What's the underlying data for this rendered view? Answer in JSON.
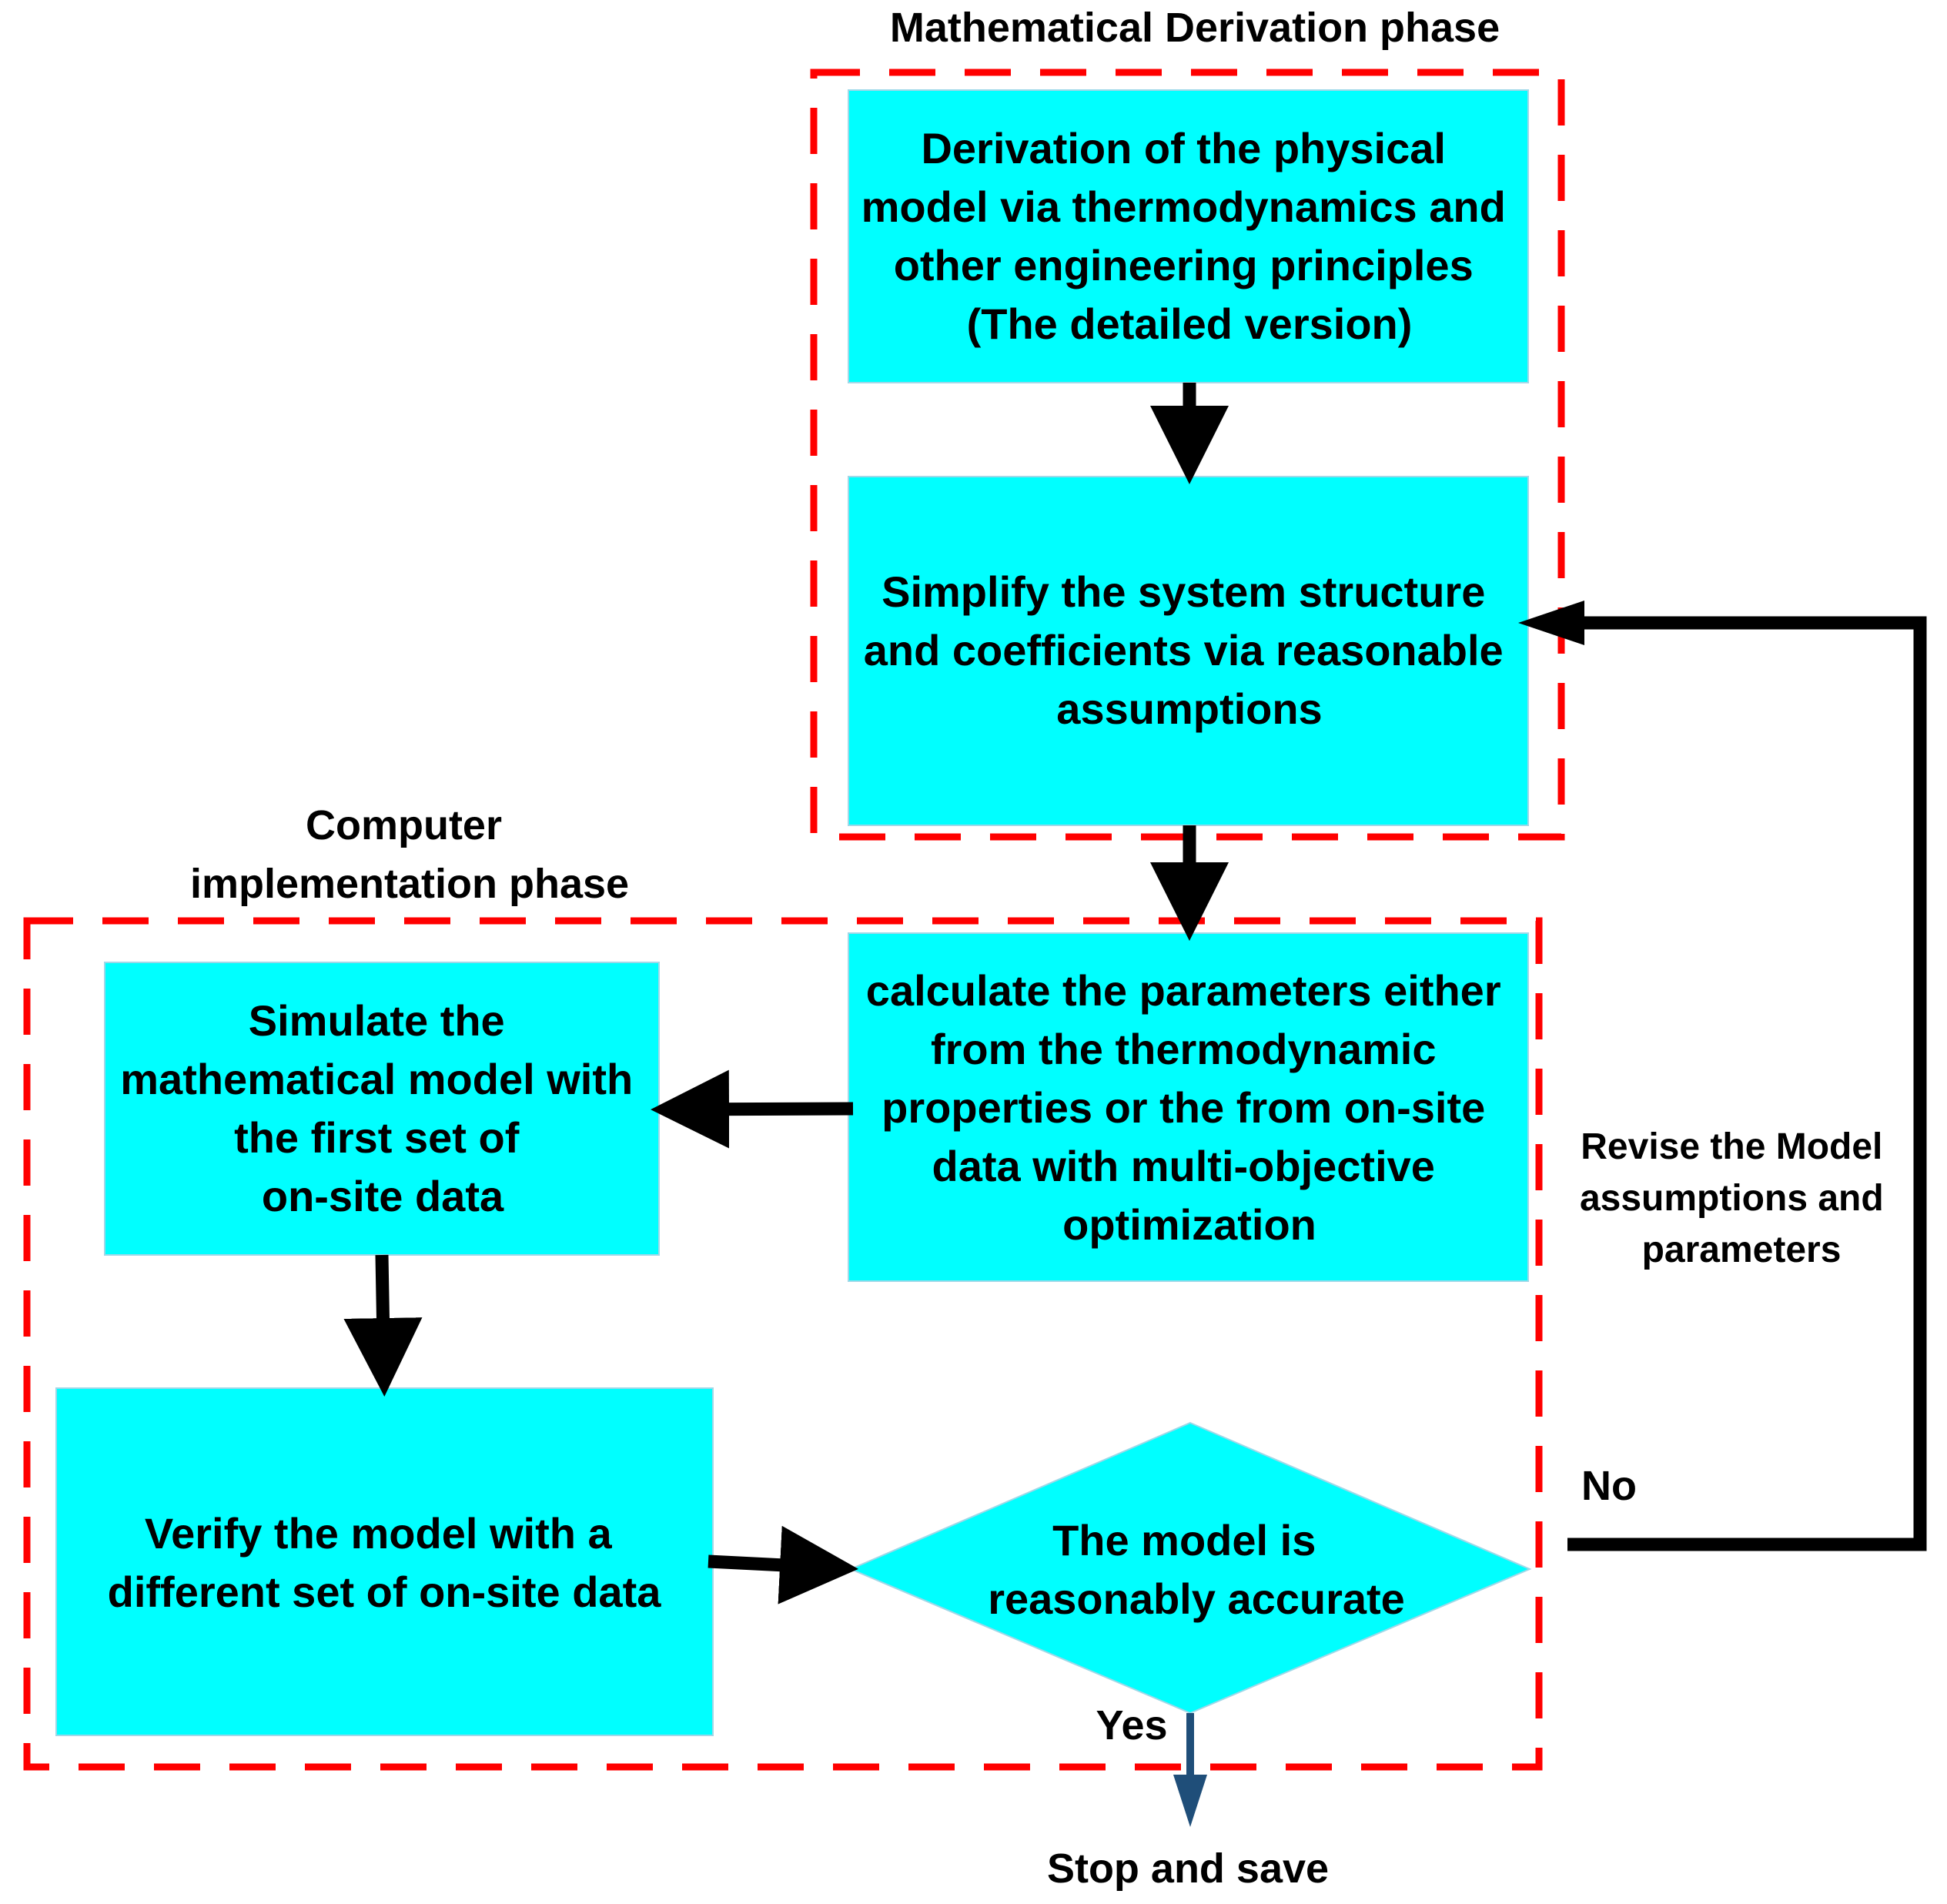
{
  "colors": {
    "box_fill": "#00FFFF",
    "box_stroke": "#9fd8e8",
    "phase_border": "#FF0000",
    "arrow": "#000000",
    "yes_arrow": "#1F4E79",
    "text": "#000000"
  },
  "phases": {
    "math": {
      "title": "Mathematical Derivation phase"
    },
    "computer": {
      "title_lines": [
        "Computer",
        "implementation phase"
      ]
    }
  },
  "nodes": {
    "derivation": {
      "lines": [
        "Derivation of the physical",
        "model via thermodynamics and",
        "other engineering principles",
        "(The detailed version)"
      ]
    },
    "simplify": {
      "lines": [
        "Simplify the system structure",
        "and coefficients via reasonable",
        "assumptions"
      ]
    },
    "calculate": {
      "lines": [
        "calculate the parameters either",
        "from the thermodynamic",
        "properties or the from on-site",
        "data with multi-objective",
        "optimization"
      ]
    },
    "simulate": {
      "lines": [
        "Simulate the",
        "mathematical model with",
        "the first set of",
        "on-site data"
      ]
    },
    "verify": {
      "lines": [
        "Verify the model with a",
        "different set of on-site data"
      ]
    },
    "decision": {
      "lines": [
        "The model is",
        "reasonably accurate"
      ]
    }
  },
  "edges": {
    "no_label": "No",
    "yes_label": "Yes",
    "revise_lines": [
      "Revise the Model",
      "assumptions and",
      "parameters"
    ],
    "end_label": "Stop and save"
  }
}
